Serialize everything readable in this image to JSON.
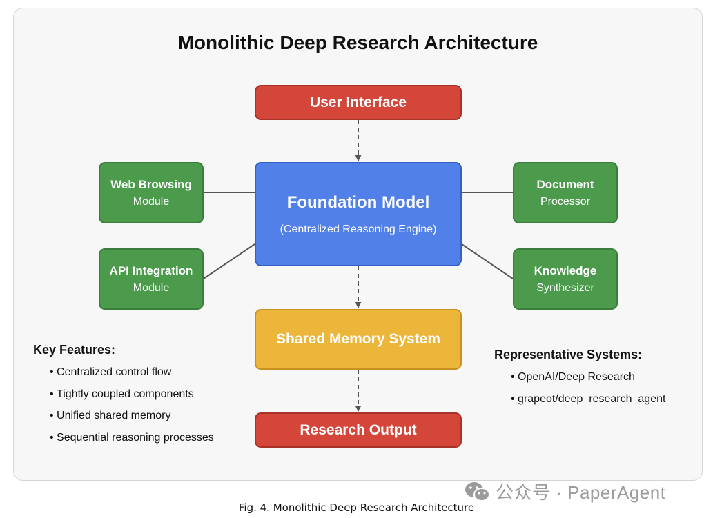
{
  "title": "Monolithic Deep Research Architecture",
  "nodes": {
    "user_interface": "User Interface",
    "foundation_model": {
      "title": "Foundation Model",
      "subtitle": "(Centralized Reasoning Engine)"
    },
    "shared_memory": "Shared Memory System",
    "research_output": "Research Output",
    "web_browsing": {
      "title": "Web Browsing",
      "subtitle": "Module"
    },
    "api_integration": {
      "title": "API Integration",
      "subtitle": "Module"
    },
    "document_processor": {
      "title": "Document",
      "subtitle": "Processor"
    },
    "knowledge_synthesizer": {
      "title": "Knowledge",
      "subtitle": "Synthesizer"
    }
  },
  "key_features": {
    "heading": "Key Features:",
    "items": [
      "Centralized control flow",
      "Tightly coupled components",
      "Unified shared memory",
      "Sequential reasoning processes"
    ]
  },
  "representative_systems": {
    "heading": "Representative Systems:",
    "items": [
      "OpenAI/Deep Research",
      "grapeot/deep_research_agent"
    ]
  },
  "watermark": "公众号 · PaperAgent",
  "caption": "Fig. 4.  Monolithic Deep Research Architecture",
  "colors": {
    "red": "#d5463a",
    "blue": "#5180e9",
    "green": "#4c9b4d",
    "yellow": "#ecb63a",
    "connector": "#555555"
  }
}
